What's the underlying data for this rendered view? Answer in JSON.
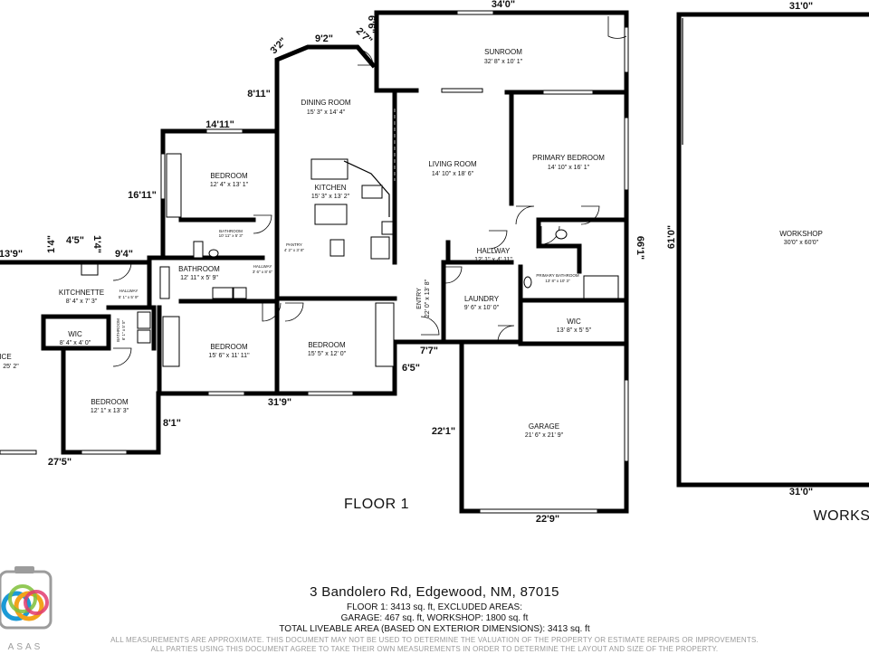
{
  "floor_label": "FLOOR 1",
  "workshop_partial_label": "WORKS",
  "partial_room_label": "ICE",
  "partial_room_dims": "25' 2\"",
  "rooms": {
    "sunroom": {
      "name": "SUNROOM",
      "size": "32' 8\" x 10' 1\""
    },
    "dining": {
      "name": "DINING ROOM",
      "size": "15' 3\" x 14' 4\""
    },
    "kitchen": {
      "name": "KITCHEN",
      "size": "15' 3\" x 13' 2\""
    },
    "pantry": {
      "name": "PANTRY",
      "size": "4' 2\" x 3' 8\""
    },
    "living": {
      "name": "LIVING ROOM",
      "size": "14' 10\" x 18' 6\""
    },
    "primary_bed": {
      "name": "PRIMARY BEDROOM",
      "size": "14' 10\" x 16' 1\""
    },
    "hallway_main": {
      "name": "HALLWAY",
      "size": "12' 1\" x 4' 11\""
    },
    "primary_bath": {
      "name": "PRIMARY BATHROOM",
      "size": "13' 8\" x 10' 3\""
    },
    "entry": {
      "name": "ENTRY",
      "size": "22' 0\" x 13' 8\""
    },
    "laundry": {
      "name": "LAUNDRY",
      "size": "9' 6\" x 10' 0\""
    },
    "wic_primary": {
      "name": "WIC",
      "size": "13' 8\" x 5' 5\""
    },
    "garage": {
      "name": "GARAGE",
      "size": "21' 6\" x 21' 9\""
    },
    "bedroom_top": {
      "name": "BEDROOM",
      "size": "12' 4\" x 13' 1\""
    },
    "bathroom_small": {
      "name": "BATHROOM",
      "size": "10' 11\" x 5' 3\""
    },
    "bathroom_mid": {
      "name": "BATHROOM",
      "size": "12' 11\" x 5' 9\""
    },
    "hallway_narrow": {
      "name": "HALLWAY",
      "size": "3' 6\" x 8' 6\""
    },
    "bedroom_mid_left": {
      "name": "BEDROOM",
      "size": "15' 6\" x 11' 11\""
    },
    "bedroom_mid_right": {
      "name": "BEDROOM",
      "size": "15' 5\" x 12' 0\""
    },
    "kitchenette": {
      "name": "KITCHNETTE",
      "size": "8' 4\" x 7' 3\""
    },
    "hallway_left": {
      "name": "HALLWAY",
      "size": "5' 1\" x 5' 9\""
    },
    "wic_left": {
      "name": "WIC",
      "size": "8' 4\" x 4' 0\""
    },
    "bathroom_left": {
      "name": "BATHROOM",
      "size": "6' 1\" x 5' 5\""
    },
    "bedroom_bottom_left": {
      "name": "BEDROOM",
      "size": "12' 1\" x 13' 3\""
    },
    "workshop": {
      "name": "WORKSHOP",
      "size": "30'0\" x 60'0\""
    }
  },
  "dimensions": {
    "d_34": "34'0\"",
    "d_31_top": "31'0\"",
    "d_31_bot": "31'0\"",
    "d_61": "61'0\"",
    "d_9_2": "9'2\"",
    "d_3_2": "3'2\"",
    "d_2_7": "2'7\"",
    "d_6_6": "6'6\"",
    "d_8_11": "8'11\"",
    "d_14_11": "14'11\"",
    "d_16_11": "16'11\"",
    "d_66": "66'1\"",
    "d_13_9": "13'9\"",
    "d_1_4a": "1'4\"",
    "d_4_5": "4'5\"",
    "d_1_4b": "1'4\"",
    "d_9_4": "9'4\"",
    "d_7_7": "7'7\"",
    "d_6_5": "6'5\"",
    "d_31_9": "31'9\"",
    "d_22_1": "22'1\"",
    "d_8_1": "8'1\"",
    "d_27_5": "27'5\"",
    "d_22_9": "22'9\""
  },
  "info": {
    "address": "3 Bandolero Rd, Edgewood, NM, 87015",
    "line1": "FLOOR 1: 3413 sq. ft, EXCLUDED AREAS:",
    "line2": "GARAGE: 467 sq. ft, WORKSHOP: 1800 sq. ft",
    "line3": "TOTAL LIVEABLE AREA (BASED ON EXTERIOR DIMENSIONS): 3413 sq. ft",
    "disclaimer1": "ALL MEASUREMENTS ARE APPROXIMATE. THIS DOCUMENT MAY NOT BE USED TO DETERMINE THE VALUATION OF THE PROPERTY OR ESTIMATE REPAIRS OR IMPROVEMENTS.",
    "disclaimer2": "ALL PARTIES USING THIS DOCUMENT AGREE TO TAKE THEIR OWN MEASUREMENTS IN ORDER TO DETERMINE THE LAYOUT AND SIZE OF THE PROPERTY."
  },
  "logo_text": "ASAS",
  "logo_colors": {
    "ring1": "#1b9ad6",
    "ring2": "#f2a31b",
    "ring3": "#7fbf3a",
    "ring4": "#e23b6e",
    "camera": "#9c9c9c"
  }
}
